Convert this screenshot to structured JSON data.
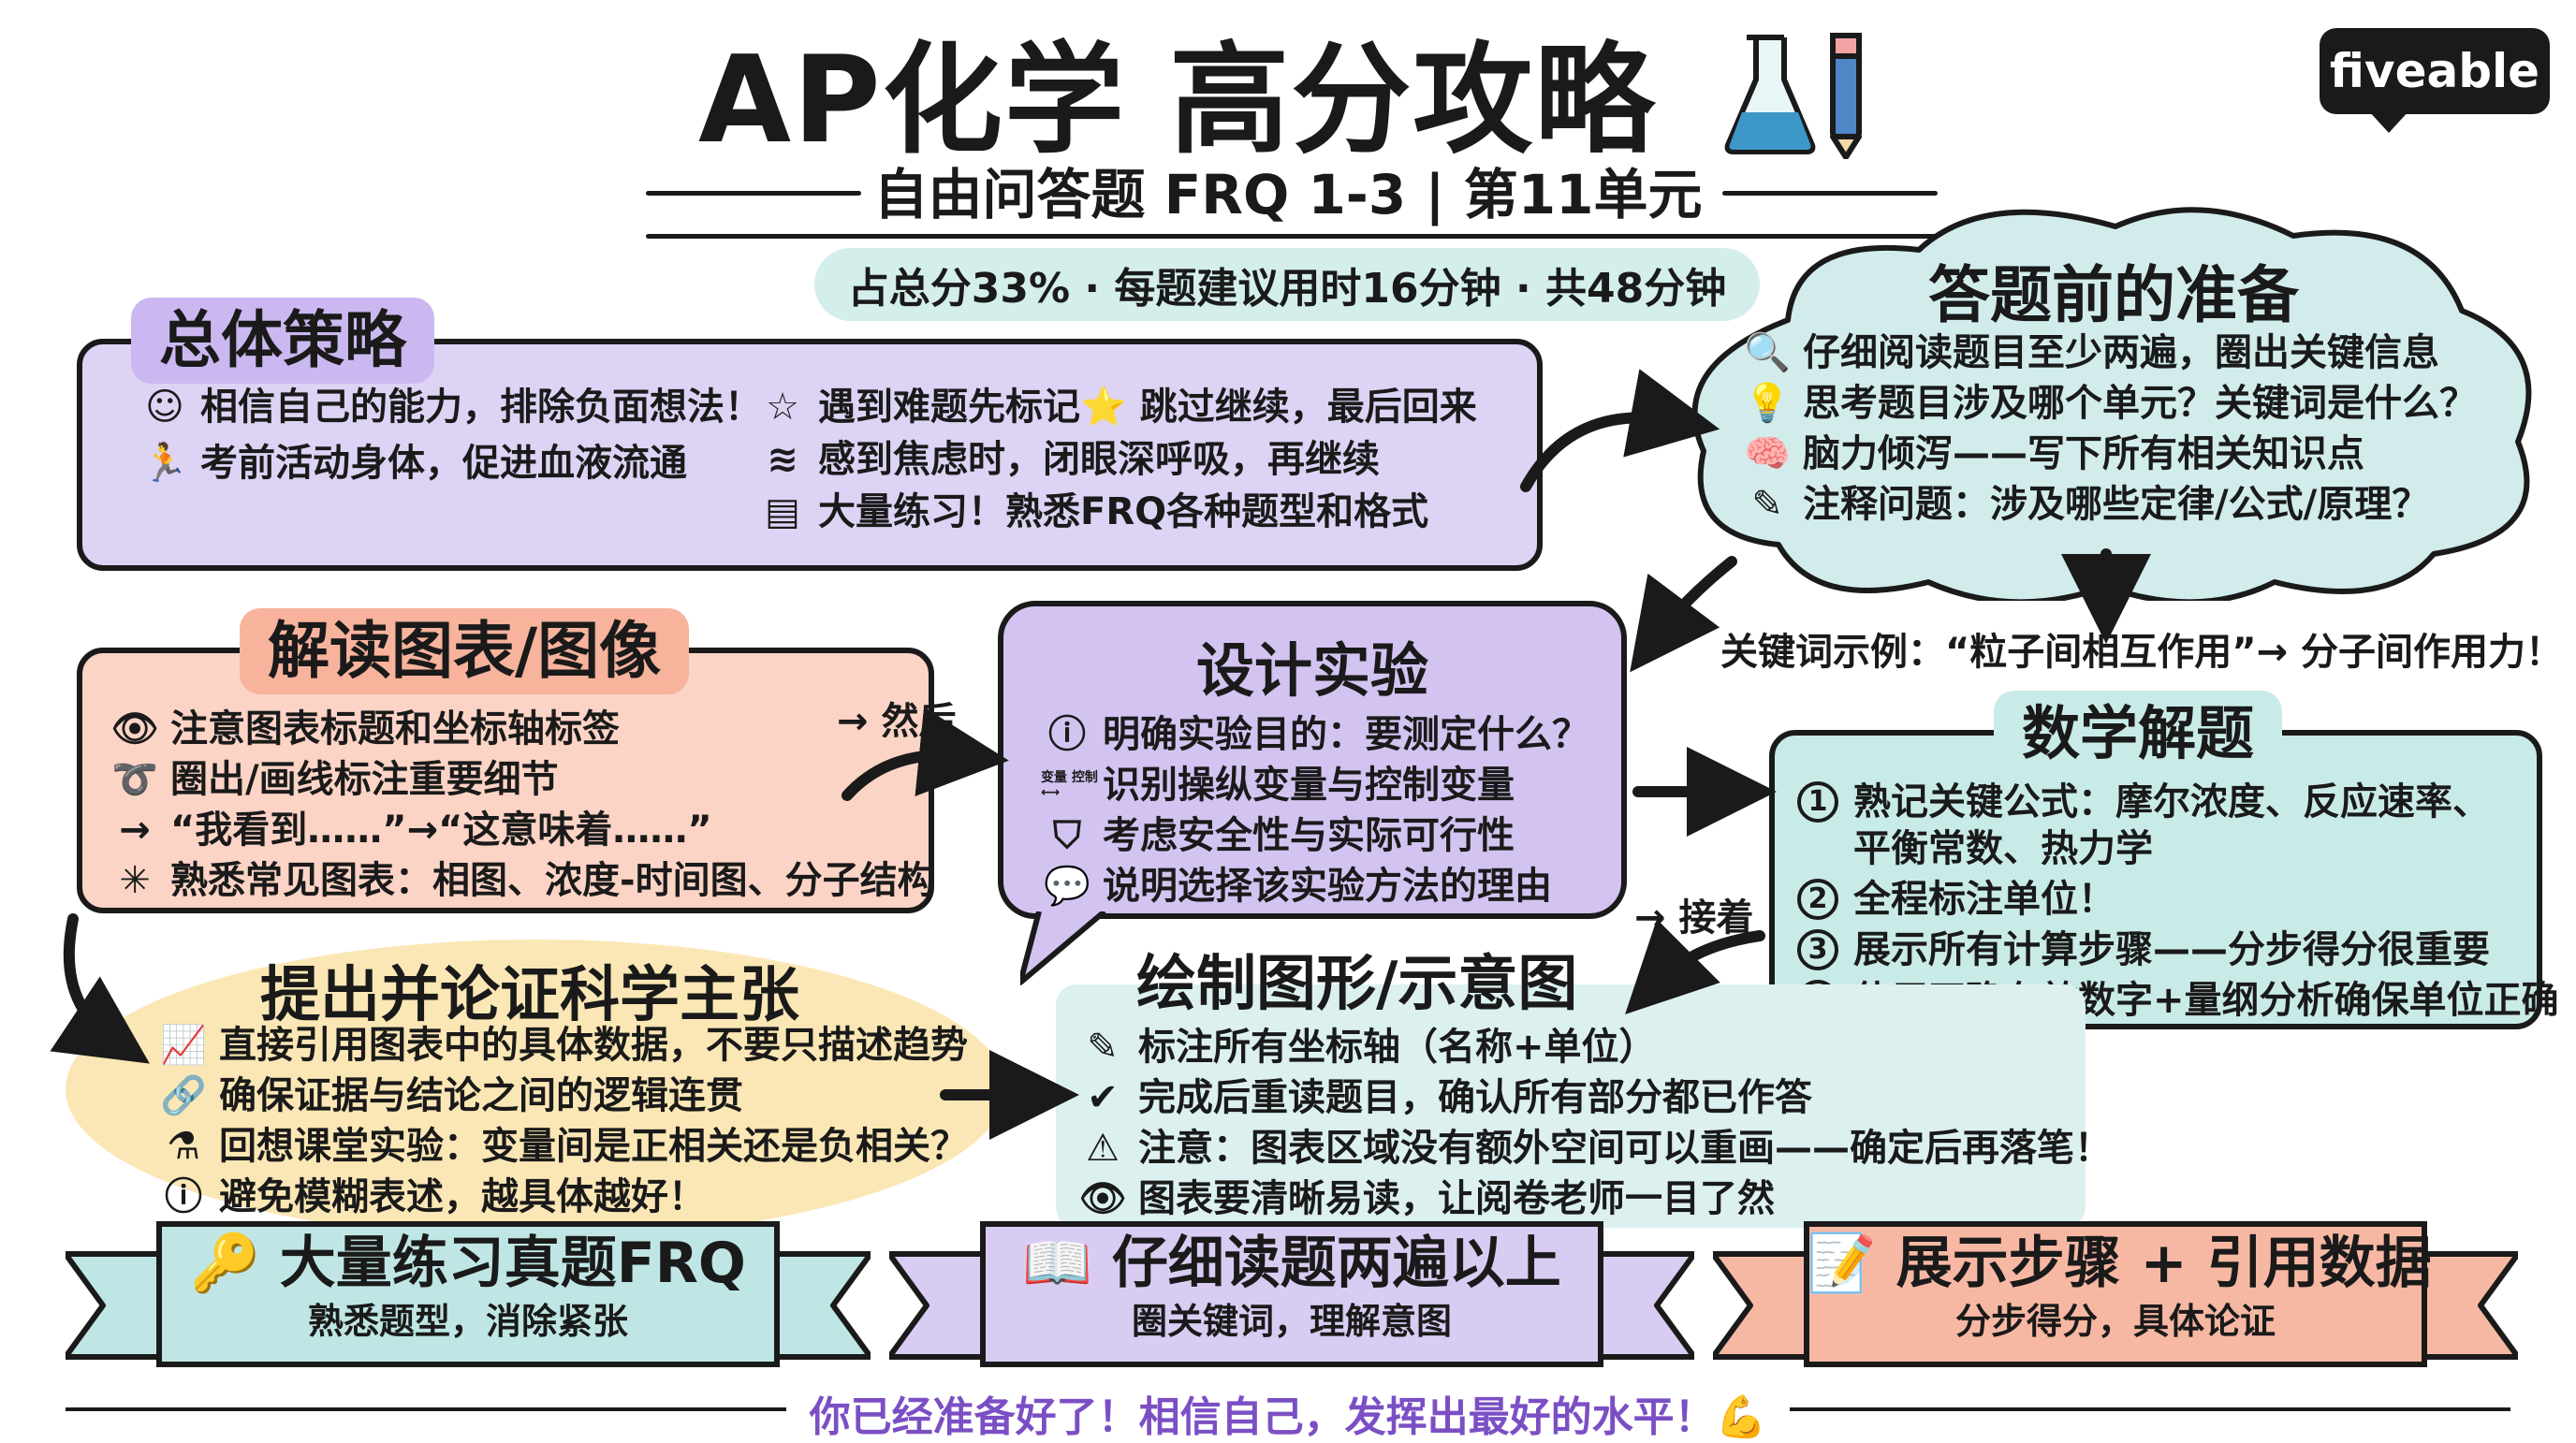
{
  "header": {
    "title": "AP化学 高分攻略",
    "subtitle": "自由问答题 FRQ 1-3 | 第11单元",
    "info_pill": "占总分33% · 每题建议用时16分钟 · 共48分钟",
    "logo": "fiveable"
  },
  "overall_strategy": {
    "title": "总体策略",
    "left_items": [
      {
        "icon": "smile-icon",
        "text": "相信自己的能力，排除负面想法！"
      },
      {
        "icon": "running-person-icon",
        "text": "考前活动身体，促进血液流通"
      }
    ],
    "right_items": [
      {
        "icon": "star-icon",
        "text": "遇到难题先标记⭐ 跳过继续，最后回来"
      },
      {
        "icon": "wind-icon",
        "text": "感到焦虑时，闭眼深呼吸，再继续"
      },
      {
        "icon": "books-icon",
        "text": "大量练习！熟悉FRQ各种题型和格式"
      }
    ]
  },
  "prep": {
    "title": "答题前的准备",
    "items": [
      {
        "icon": "magnifier-icon",
        "text": "仔细阅读题目至少两遍，圈出关键信息"
      },
      {
        "icon": "lightbulb-icon",
        "text": "思考题目涉及哪个单元？关键词是什么？"
      },
      {
        "icon": "brain-icon",
        "text": "脑力倾泻——写下所有相关知识点"
      },
      {
        "icon": "pencil-icon",
        "text": "注释问题：涉及哪些定律/公式/原理？"
      }
    ],
    "keyword_example": "关键词示例：“粒子间相互作用”→ 分子间作用力！"
  },
  "graphs": {
    "title": "解读图表/图像",
    "items": [
      {
        "icon": "eye-icon",
        "text": "注意图表标题和坐标轴标签"
      },
      {
        "icon": "lasso-icon",
        "text": "圈出/画线标注重要细节"
      },
      {
        "icon": "arrow-icon",
        "text": "“我看到……”→“这意味着……”"
      },
      {
        "icon": "molecule-icon",
        "text": "熟悉常见图表：相图、浓度-时间图、分子结构"
      }
    ],
    "then_note": "→ 然后"
  },
  "experiment": {
    "title": "设计实验",
    "items": [
      {
        "icon": "question-icon",
        "text": "明确实验目的：要测定什么？"
      },
      {
        "icon": "variables-icon",
        "text": "识别操纵变量与控制变量"
      },
      {
        "icon": "shield-icon",
        "text": "考虑安全性与实际可行性"
      },
      {
        "icon": "speech-bubble-icon",
        "text": "说明选择该实验方法的理由"
      }
    ],
    "icon_tiny_text": "变量 控制"
  },
  "math": {
    "title": "数学解题",
    "items": [
      {
        "num": "1",
        "text": "熟记关键公式：摩尔浓度、反应速率、",
        "cont": "平衡常数、热力学"
      },
      {
        "num": "2",
        "text": "全程标注单位！"
      },
      {
        "num": "3",
        "text": "展示所有计算步骤——分步得分很重要"
      },
      {
        "num": "4",
        "text": "使用正确有效数字+量纲分析确保单位正确"
      }
    ],
    "next_note": "→ 接着"
  },
  "claim": {
    "title": "提出并论证科学主张",
    "items": [
      {
        "icon": "chart-icon",
        "text": "直接引用图表中的具体数据，不要只描述趋势"
      },
      {
        "icon": "link-icon",
        "text": "确保证据与结论之间的逻辑连贯"
      },
      {
        "icon": "flask-icon",
        "text": "回想课堂实验：变量间是正相关还是负相关？"
      },
      {
        "icon": "exclamation-icon",
        "text": "避免模糊表述，越具体越好！"
      }
    ]
  },
  "drawing": {
    "title": "绘制图形/示意图",
    "items": [
      {
        "icon": "edit-icon",
        "text": "标注所有坐标轴（名称+单位）"
      },
      {
        "icon": "check-icon",
        "text": "完成后重读题目，确认所有部分都已作答"
      },
      {
        "icon": "warning-icon",
        "text": "注意：图表区域没有额外空间可以重画——确定后再落笔！"
      },
      {
        "icon": "eye-icon",
        "text": "图表要清晰易读，让阅卷老师一目了然"
      }
    ]
  },
  "ribbons": [
    {
      "icon": "key-icon",
      "main": "大量练习真题FRQ",
      "sub": "熟悉题型，消除紧张",
      "color": "#bfe6e4"
    },
    {
      "icon": "open-book-icon",
      "main": "仔细读题两遍以上",
      "sub": "圈关键词，理解意图",
      "color": "#d9ccf2"
    },
    {
      "icon": "memo-icon",
      "main": "展示步骤 + 引用数据",
      "sub": "分步得分，具体论证",
      "color": "#f7b8a3"
    }
  ],
  "footer": "你已经准备好了！相信自己，发挥出最好的水平！💪",
  "colors": {
    "purple": "#ddd3f5",
    "purple_tag": "#cbb8f0",
    "salmon": "#fcd4c6",
    "salmon_tag": "#f7b39c",
    "teal": "#c9ebe8",
    "yellow": "#fbe7b5",
    "lightblue": "#dcf0f0",
    "footer": "#7b4fc4"
  }
}
